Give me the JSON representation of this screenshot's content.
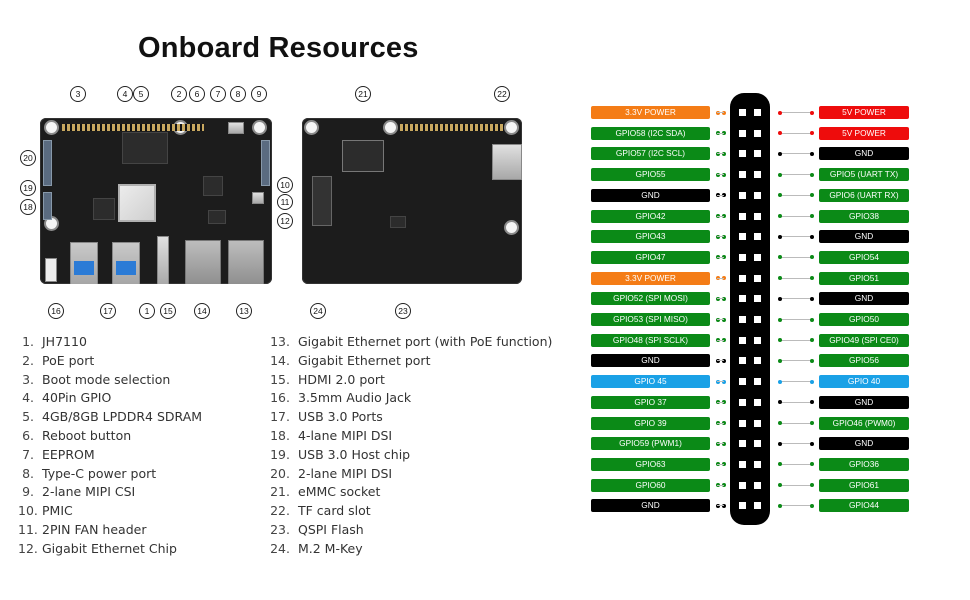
{
  "title": "Onboard Resources",
  "colors": {
    "gpio": "#0b8a17",
    "gnd": "#000000",
    "power33": "#f47c16",
    "power5": "#ee0c0c",
    "special": "#1aa1e6"
  },
  "board_callouts": {
    "front": [
      "3",
      "4",
      "5",
      "2",
      "6",
      "7",
      "8",
      "9",
      "20",
      "19",
      "18",
      "10",
      "11",
      "12",
      "16",
      "17",
      "1",
      "15",
      "14",
      "13"
    ],
    "back": [
      "21",
      "22",
      "24",
      "23"
    ]
  },
  "resources": [
    {
      "num": "1.",
      "label": "JH7110"
    },
    {
      "num": "2.",
      "label": "PoE port"
    },
    {
      "num": "3.",
      "label": "Boot mode selection"
    },
    {
      "num": "4.",
      "label": "40Pin GPIO"
    },
    {
      "num": "5.",
      "label": "4GB/8GB LPDDR4 SDRAM"
    },
    {
      "num": "6.",
      "label": "Reboot button"
    },
    {
      "num": "7.",
      "label": "EEPROM"
    },
    {
      "num": "8.",
      "label": "Type-C power port"
    },
    {
      "num": "9.",
      "label": "2-lane MIPI CSI"
    },
    {
      "num": "10.",
      "label": "PMIC"
    },
    {
      "num": "11.",
      "label": "2PIN FAN header"
    },
    {
      "num": "12.",
      "label": "Gigabit Ethernet Chip"
    },
    {
      "num": "13.",
      "label": "Gigabit Ethernet port (with PoE function)"
    },
    {
      "num": "14.",
      "label": "Gigabit Ethernet port"
    },
    {
      "num": "15.",
      "label": "HDMI 2.0 port"
    },
    {
      "num": "16.",
      "label": "3.5mm Audio Jack"
    },
    {
      "num": "17.",
      "label": "USB 3.0 Ports"
    },
    {
      "num": "18.",
      "label": "4-lane MIPI DSI"
    },
    {
      "num": "19.",
      "label": "USB 3.0 Host chip"
    },
    {
      "num": "20.",
      "label": "2-lane MIPI DSI"
    },
    {
      "num": "21.",
      "label": "eMMC socket"
    },
    {
      "num": "22.",
      "label": "TF card slot"
    },
    {
      "num": "23.",
      "label": "QSPI Flash"
    },
    {
      "num": "24.",
      "label": "M.2 M-Key"
    }
  ],
  "pinout": [
    {
      "left": {
        "label": "3.3V POWER",
        "type": "power33"
      },
      "right": {
        "label": "5V POWER",
        "type": "power5"
      }
    },
    {
      "left": {
        "label": "GPIO58 (I2C SDA)",
        "type": "gpio"
      },
      "right": {
        "label": "5V POWER",
        "type": "power5"
      }
    },
    {
      "left": {
        "label": "GPIO57 (I2C SCL)",
        "type": "gpio"
      },
      "right": {
        "label": "GND",
        "type": "gnd"
      }
    },
    {
      "left": {
        "label": "GPIO55",
        "type": "gpio"
      },
      "right": {
        "label": "GPIO5 (UART TX)",
        "type": "gpio"
      }
    },
    {
      "left": {
        "label": "GND",
        "type": "gnd"
      },
      "right": {
        "label": "GPIO6 (UART RX)",
        "type": "gpio"
      }
    },
    {
      "left": {
        "label": "GPIO42",
        "type": "gpio"
      },
      "right": {
        "label": "GPIO38",
        "type": "gpio"
      }
    },
    {
      "left": {
        "label": "GPIO43",
        "type": "gpio"
      },
      "right": {
        "label": "GND",
        "type": "gnd"
      }
    },
    {
      "left": {
        "label": "GPIO47",
        "type": "gpio"
      },
      "right": {
        "label": "GPIO54",
        "type": "gpio"
      }
    },
    {
      "left": {
        "label": "3.3V POWER",
        "type": "power33"
      },
      "right": {
        "label": "GPIO51",
        "type": "gpio"
      }
    },
    {
      "left": {
        "label": "GPIO52 (SPI MOSI)",
        "type": "gpio"
      },
      "right": {
        "label": "GND",
        "type": "gnd"
      }
    },
    {
      "left": {
        "label": "GPIO53 (SPI MISO)",
        "type": "gpio"
      },
      "right": {
        "label": "GPIO50",
        "type": "gpio"
      }
    },
    {
      "left": {
        "label": "GPIO48 (SPI SCLK)",
        "type": "gpio"
      },
      "right": {
        "label": "GPIO49 (SPI CE0)",
        "type": "gpio"
      }
    },
    {
      "left": {
        "label": "GND",
        "type": "gnd"
      },
      "right": {
        "label": "GPIO56",
        "type": "gpio"
      }
    },
    {
      "left": {
        "label": "GPIO 45",
        "type": "special"
      },
      "right": {
        "label": "GPIO 40",
        "type": "special"
      }
    },
    {
      "left": {
        "label": "GPIO 37",
        "type": "gpio"
      },
      "right": {
        "label": "GND",
        "type": "gnd"
      }
    },
    {
      "left": {
        "label": "GPIO 39",
        "type": "gpio"
      },
      "right": {
        "label": "GPIO46 (PWM0)",
        "type": "gpio"
      }
    },
    {
      "left": {
        "label": "GPIO59 (PWM1)",
        "type": "gpio"
      },
      "right": {
        "label": "GND",
        "type": "gnd"
      }
    },
    {
      "left": {
        "label": "GPIO63",
        "type": "gpio"
      },
      "right": {
        "label": "GPIO36",
        "type": "gpio"
      }
    },
    {
      "left": {
        "label": "GPIO60",
        "type": "gpio"
      },
      "right": {
        "label": "GPIO61",
        "type": "gpio"
      }
    },
    {
      "left": {
        "label": "GND",
        "type": "gnd"
      },
      "right": {
        "label": "GPIO44",
        "type": "gpio"
      }
    }
  ]
}
